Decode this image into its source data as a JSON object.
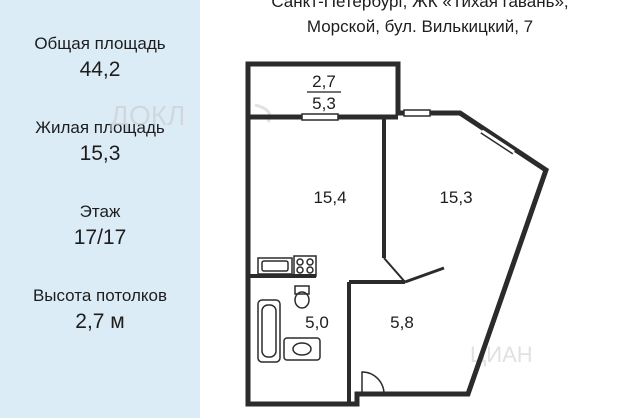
{
  "stats": [
    {
      "label": "Общая площадь",
      "value": "44,2"
    },
    {
      "label": "Жилая площадь",
      "value": "15,3"
    },
    {
      "label": "Этаж",
      "value": "17/17"
    },
    {
      "label": "Высота потолков",
      "value": "2,7 м"
    }
  ],
  "address": {
    "line1": "Санкт-Петербург, ЖК «Тихая гавань»,",
    "line2": "Морской, бул. Вилькицкий, 7"
  },
  "rooms": {
    "balcony_top": "2,7",
    "balcony_bottom": "5,3",
    "room1": "15,4",
    "room2": "15,3",
    "bathroom": "5,0",
    "hallway": "5,8"
  },
  "watermark": {
    "left": "ДОКЛ",
    "right": "ЦИАН"
  },
  "colors": {
    "sidebar": "#dcecf6",
    "walls": "#2b2b2b",
    "text": "#1d1d1d"
  }
}
